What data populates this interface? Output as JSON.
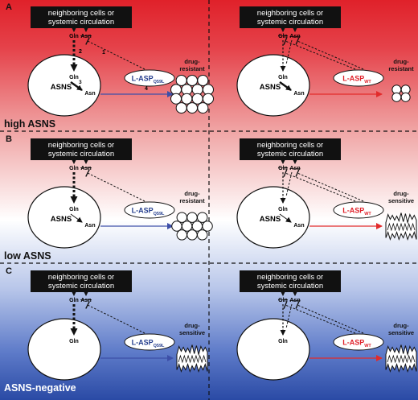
{
  "panels": [
    {
      "letter": "A",
      "label": "high ASNS"
    },
    {
      "letter": "B",
      "label": "low ASNS"
    },
    {
      "letter": "C",
      "label": "ASNS-negative"
    }
  ],
  "source_box_lines": [
    "neighboring cells or",
    "systemic circulation"
  ],
  "metabolites": {
    "gln": "Gln",
    "asn": "Asn",
    "asns": "ASNS"
  },
  "drug_left": {
    "base": "L-ASP",
    "sub": "Q59L"
  },
  "drug_right": {
    "base": "L-ASP",
    "sub": "WT"
  },
  "steps": [
    "1",
    "2",
    "3",
    "4"
  ],
  "outcomes": {
    "resistant": [
      "drug-",
      "resistant"
    ],
    "sensitive": [
      "drug-",
      "sensitive"
    ]
  },
  "colors": {
    "red": "#e0212a",
    "blue": "#2a4aa5",
    "drug_left_text": "#27408f",
    "drug_right_text": "#e0212a",
    "arrow_left": "#3d4fa8",
    "arrow_right": "#e22b2b",
    "white": "#ffffff",
    "black": "#111111"
  },
  "icons": {
    "resistant": "cell-cluster-icon",
    "sensitive": "lysed-cells-icon",
    "inhibition": "t-bar-icon"
  }
}
